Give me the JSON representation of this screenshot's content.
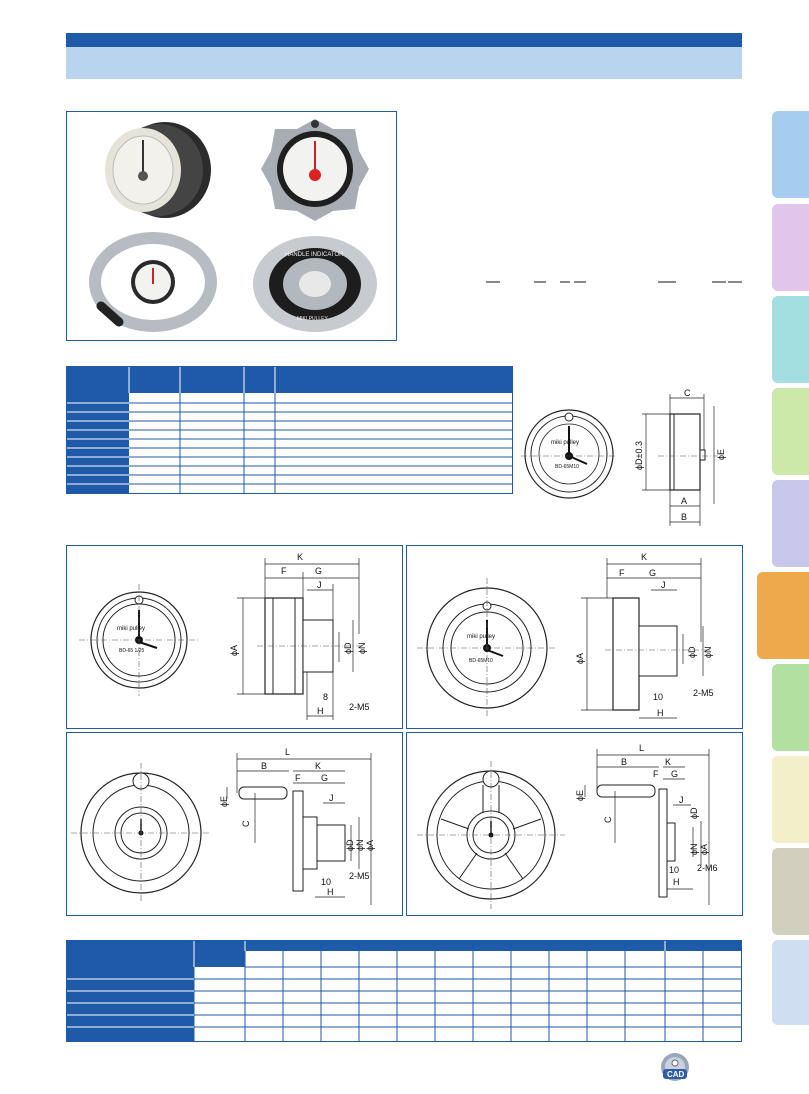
{
  "header": {
    "bar_color": "#1e5aa8",
    "sub_bar_color": "#b9d4ee"
  },
  "side_tabs": [
    {
      "color": "#a6cdef"
    },
    {
      "color": "#e2c6ea"
    },
    {
      "color": "#a3dfe1"
    },
    {
      "color": "#cde9a9"
    },
    {
      "color": "#c9c7ec"
    },
    {
      "color": "#eea94a"
    },
    {
      "color": "#b2e0a0"
    },
    {
      "color": "#f3efc9"
    },
    {
      "color": "#d2cfbe"
    },
    {
      "color": "#cfdff1"
    }
  ],
  "products": {
    "dial_brand": "miki pulley",
    "dial_model_1": "BD-65M10",
    "dial_model_2": "BD-65 1/25",
    "dial_model_3": "BD-65M10",
    "rim_text": "HANDLE INDICATOR",
    "rim_text_2": "MIKI PULLEY"
  },
  "drawings": {
    "small": {
      "C": "C",
      "D": "ϕD±0.3",
      "E": "ϕE",
      "A": "A",
      "B": "B"
    },
    "knob_round": {
      "K": "K",
      "F": "F",
      "G": "G",
      "J": "J",
      "A": "ϕA",
      "D": "ϕD",
      "N": "ϕN",
      "eight": "8",
      "tap": "2-M5",
      "H": "H"
    },
    "knob_star": {
      "K": "K",
      "F": "F",
      "G": "G",
      "J": "J",
      "A": "ϕA",
      "D": "ϕD",
      "N": "ϕN",
      "ten": "10",
      "tap": "2-M5",
      "H": "H"
    },
    "wheel_3": {
      "L": "L",
      "B": "B",
      "K": "K",
      "F": "F",
      "G": "G",
      "E": "ϕE",
      "C": "C",
      "J": "J",
      "D": "ϕD",
      "N": "ϕN",
      "A": "ϕA",
      "ten": "10",
      "tap": "2-M5",
      "H": "H"
    },
    "wheel_5": {
      "L": "L",
      "B": "B",
      "K": "K",
      "F": "F",
      "G": "G",
      "E": "ϕE",
      "C": "C",
      "J": "J",
      "D": "ϕD",
      "N": "ϕN",
      "A": "ϕA",
      "ten": "10",
      "tap": "2-M6",
      "H": "H"
    }
  },
  "cad_badge": {
    "label": "CAD"
  }
}
